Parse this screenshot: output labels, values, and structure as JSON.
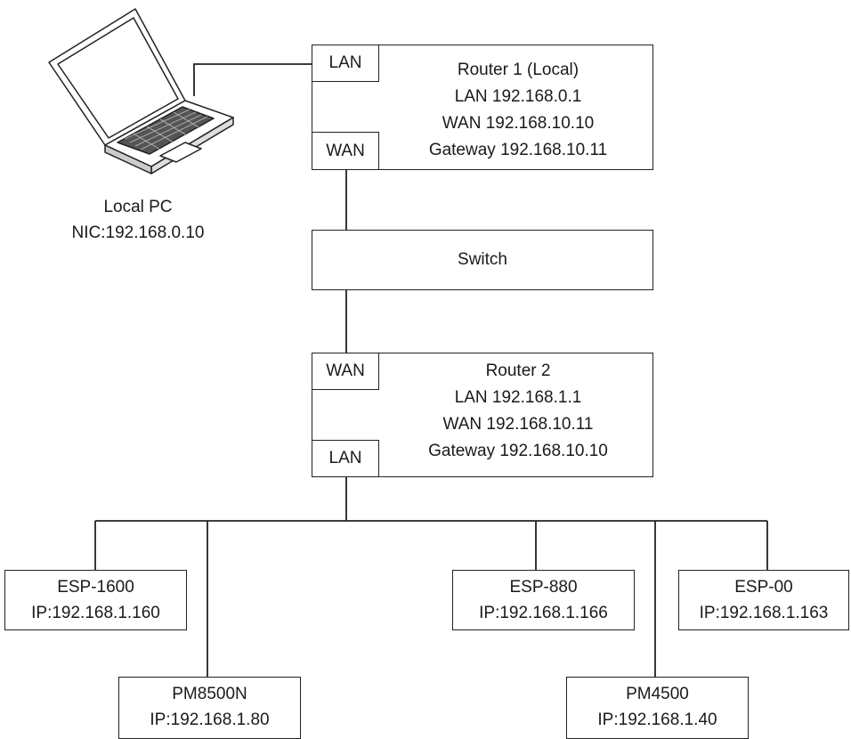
{
  "local_pc": {
    "name": "Local PC",
    "nic": "NIC:192.168.0.10"
  },
  "router1": {
    "title": "Router 1 (Local)",
    "lan": "LAN 192.168.0.1",
    "wan": "WAN 192.168.10.10",
    "gateway": "Gateway 192.168.10.11",
    "lan_port": "LAN",
    "wan_port": "WAN"
  },
  "switch": {
    "label": "Switch"
  },
  "router2": {
    "title": "Router 2",
    "lan": "LAN 192.168.1.1",
    "wan": "WAN 192.168.10.11",
    "gateway": "Gateway 192.168.10.10",
    "wan_port": "WAN",
    "lan_port": "LAN"
  },
  "devices": [
    {
      "name": "ESP-1600",
      "ip": "IP:192.168.1.160"
    },
    {
      "name": "PM8500N",
      "ip": "IP:192.168.1.80"
    },
    {
      "name": "ESP-880",
      "ip": "IP:192.168.1.166"
    },
    {
      "name": "PM4500",
      "ip": "IP:192.168.1.40"
    },
    {
      "name": "ESP-00",
      "ip": "IP:192.168.1.163"
    }
  ]
}
